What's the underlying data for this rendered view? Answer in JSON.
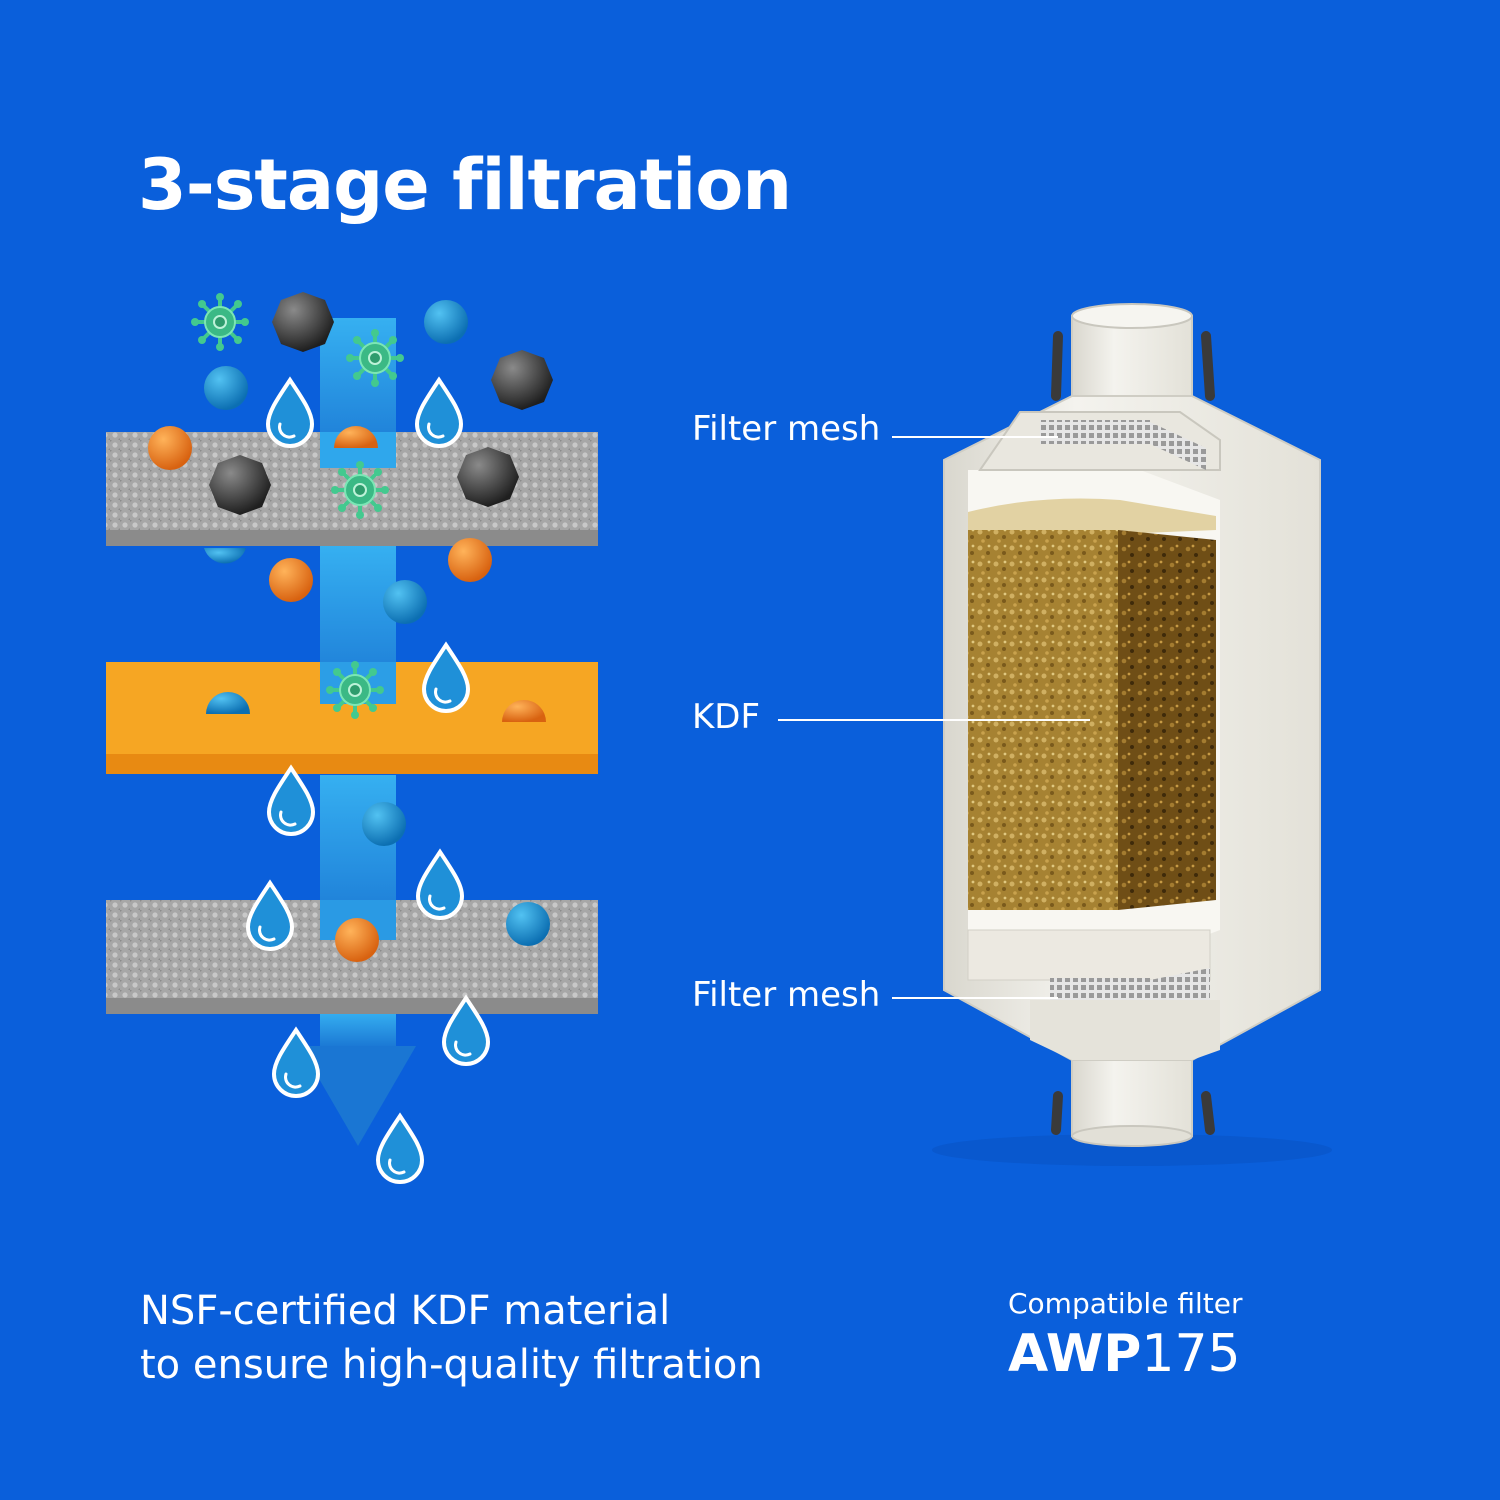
{
  "title": "3-stage filtration",
  "labels": {
    "top_mesh": "Filter mesh",
    "kdf": "KDF",
    "bottom_mesh": "Filter mesh"
  },
  "tagline": {
    "line1": "NSF-certified KDF material",
    "line2": "to ensure high-quality filtration"
  },
  "compatible": {
    "caption": "Compatible filter",
    "model_prefix": "AWP",
    "model_number": "175"
  },
  "colors": {
    "background": "#0a5fdb",
    "mesh_layer": "#a9a9a9",
    "kdf_layer": "#f6a623",
    "flow_arrow": "#2fa7ec",
    "contaminant_orange": "#f07f1e",
    "contaminant_teal": "#1e8fd0",
    "contaminant_dark": "#3b3b3b",
    "bacteria": "#43c98f",
    "kdf_granules": "#a8842f",
    "cartridge_shell": "#efeee8"
  }
}
